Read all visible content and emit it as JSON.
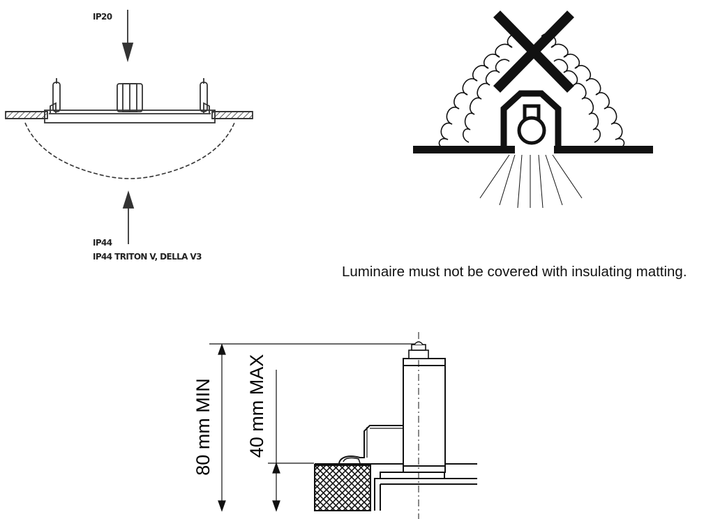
{
  "ceiling_figure": {
    "top_label": "IP20",
    "bottom_label_line1": "IP44",
    "bottom_label_line2": "IP44 TRITON V, DELLA V3"
  },
  "insulation_figure": {
    "caption": "Luminaire must not be covered with insulating matting."
  },
  "mounting_figure": {
    "dim_outer": "80 mm MIN",
    "dim_inner": "40 mm MAX"
  }
}
